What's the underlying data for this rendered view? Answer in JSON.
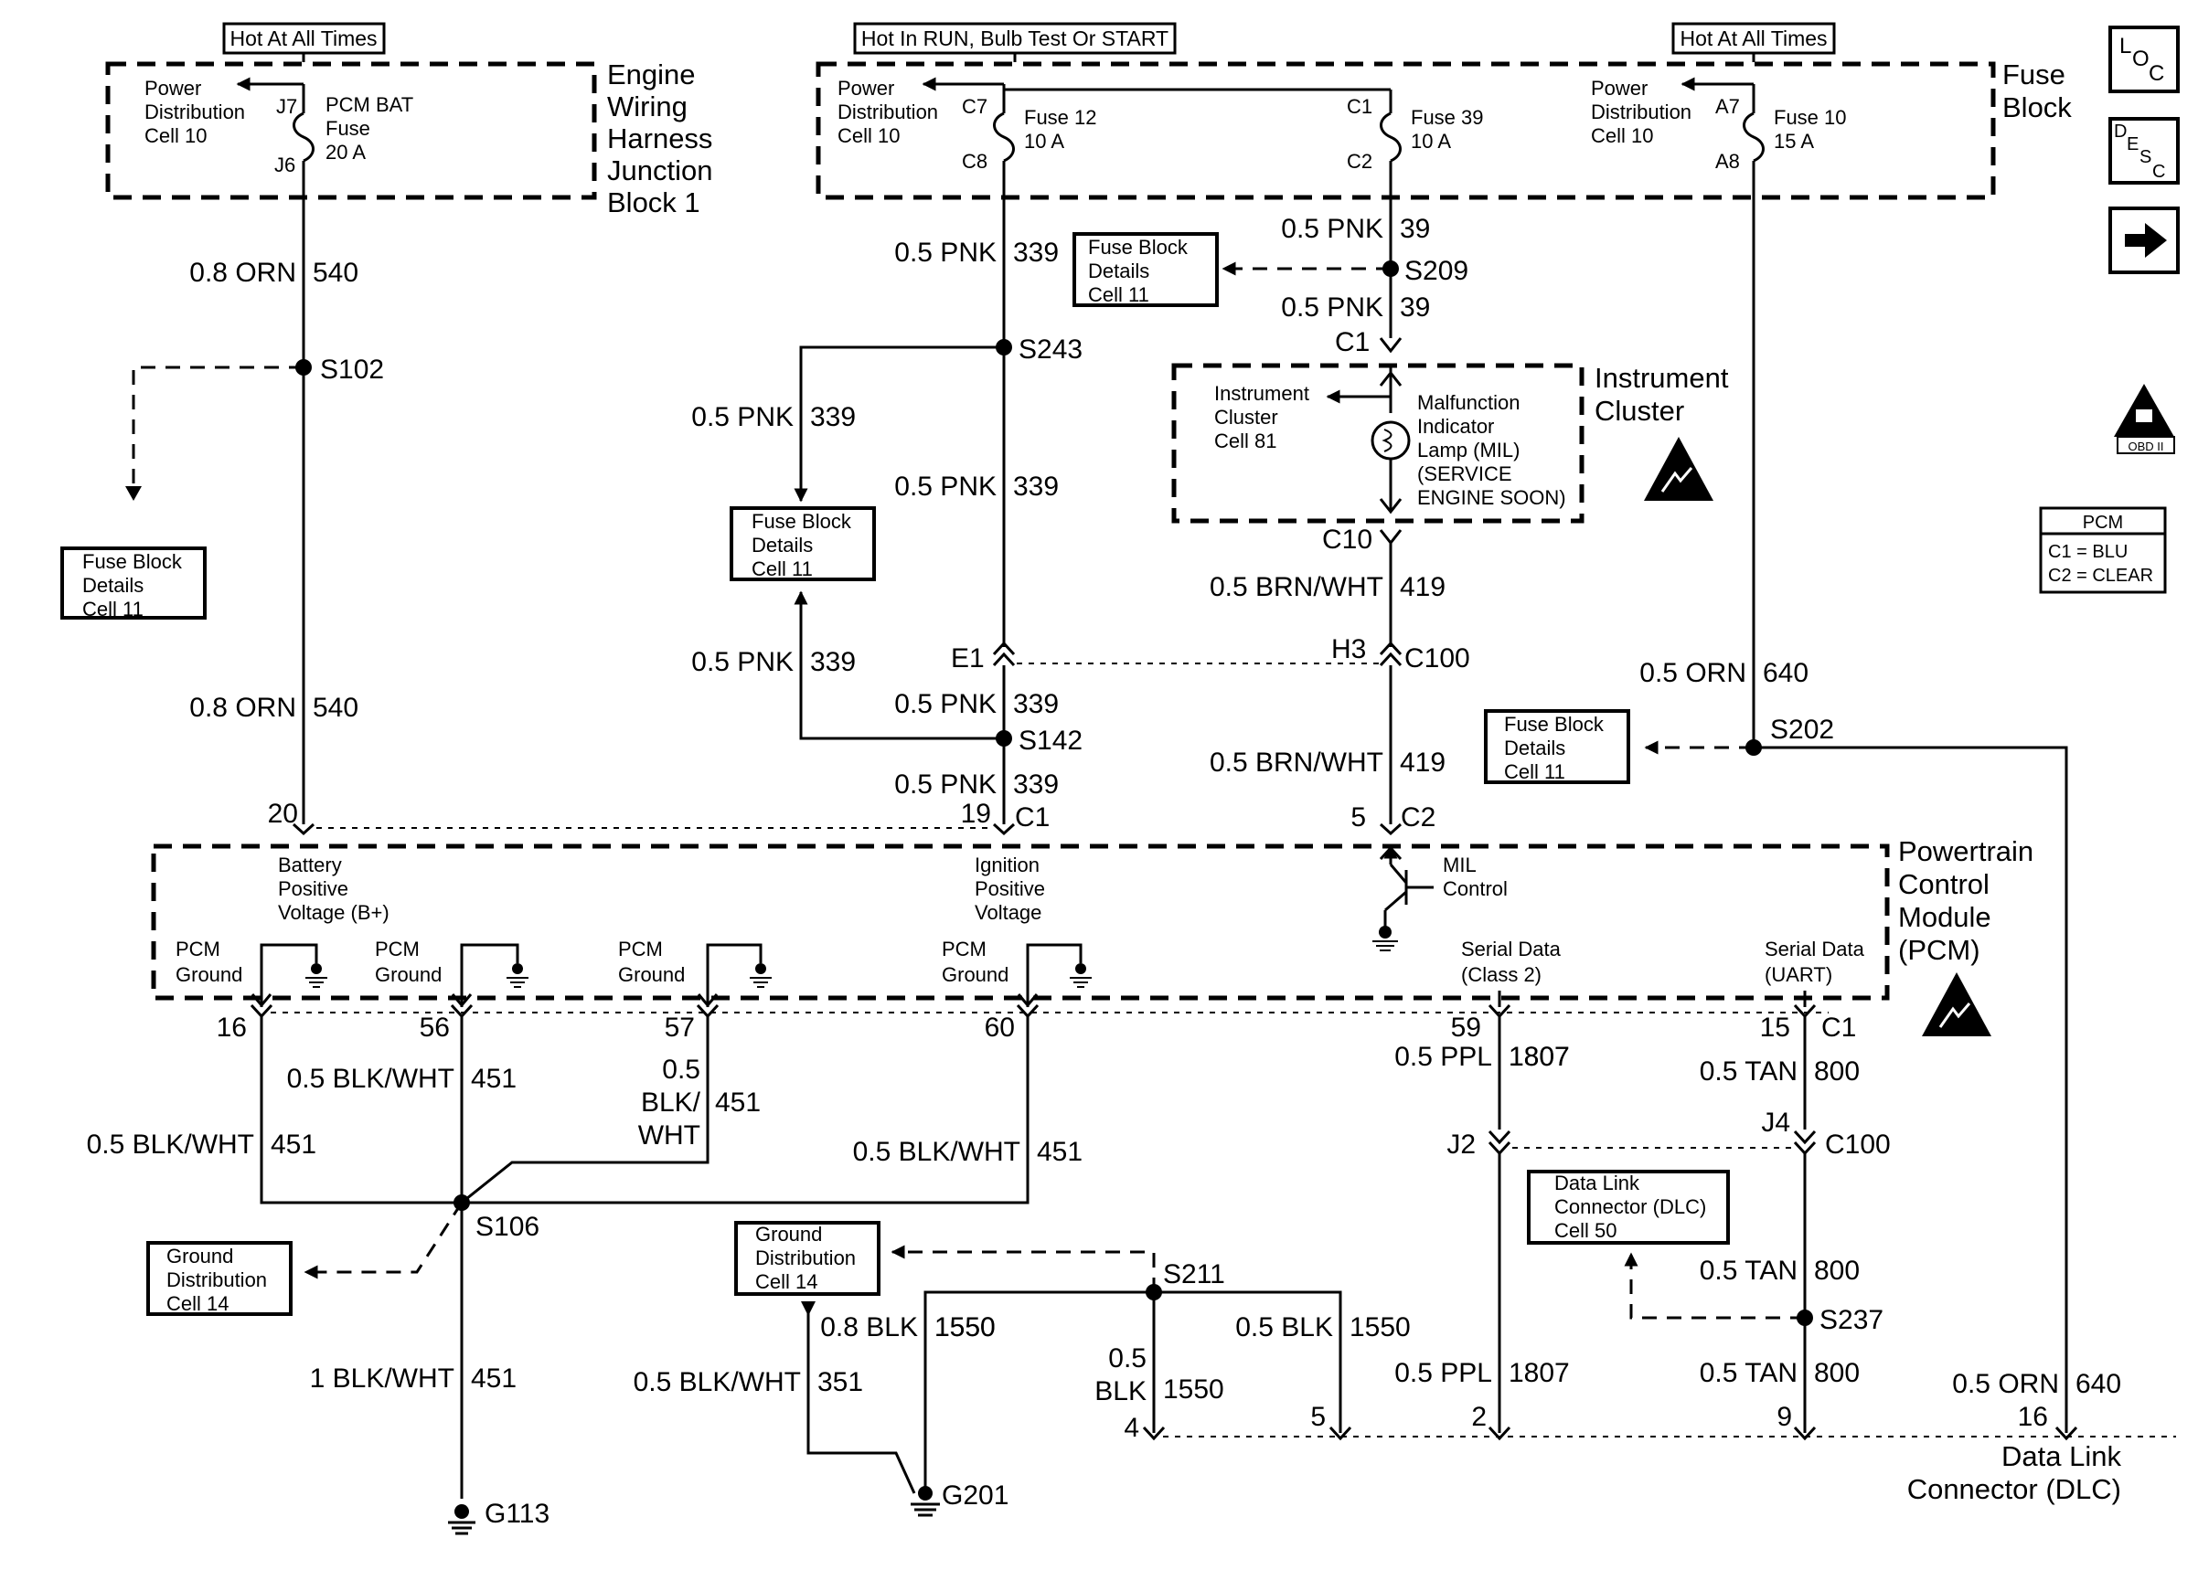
{
  "headers": {
    "hot_left": "Hot At All Times",
    "hot_mid": "Hot In RUN, Bulb Test Or START",
    "hot_right": "Hot At All Times"
  },
  "left_block": {
    "pd": [
      "Power",
      "Distribution",
      "Cell 10"
    ],
    "j7": "J7",
    "j6": "J6",
    "fuse": [
      "PCM BAT",
      "Fuse",
      "20 A"
    ],
    "title": [
      "Engine",
      "Wiring",
      "Harness",
      "Junction",
      "Block 1"
    ]
  },
  "fuse_block": {
    "pd1": [
      "Power",
      "Distribution",
      "Cell 10"
    ],
    "pd2": [
      "Power",
      "Distribution",
      "Cell 10"
    ],
    "c7": "C7",
    "c8": "C8",
    "fuse12": [
      "Fuse 12",
      "10 A"
    ],
    "c1": "C1",
    "c2": "C2",
    "fuse39": [
      "Fuse 39",
      "10 A"
    ],
    "a7": "A7",
    "a8": "A8",
    "fuse10": [
      "Fuse 10",
      "15 A"
    ],
    "title": [
      "Fuse",
      "Block"
    ]
  },
  "icons": {
    "loc": "LOC",
    "desc": "DESC"
  },
  "obd": "OBD II",
  "pcm_legend": {
    "title": "PCM",
    "c1": "C1 = BLU",
    "c2": "C2 = CLEAR"
  },
  "wires": {
    "w540_top": "0.8 ORN | 540",
    "w540_bot": "0.8 ORN | 540",
    "w339_a": "0.5 PNK | 339",
    "w339_b": "0.5 PNK | 339",
    "w339_c": "0.5 PNK | 339",
    "w339_d": "0.5 PNK | 339",
    "w339_e": "0.5 PNK | 339",
    "w339_f": "0.5 PNK | 339",
    "w39_a": "0.5 PNK | 39",
    "w39_b": "0.5 PNK | 39",
    "w419_a": "0.5 BRN/WHT | 419",
    "w419_b": "0.5 BRN/WHT | 419",
    "w640_a": "0.5 ORN | 640",
    "w640_b": "0.5 ORN | 640",
    "w451_a": "0.5 BLK/WHT | 451",
    "w451_b": "0.5 BLK/WHT | 451",
    "w451_c": [
      "0.5",
      "BLK/",
      "WHT"
    ],
    "w451_c_num": "451",
    "w451_d": "0.5 BLK/WHT | 451",
    "w451_e": "1 BLK/WHT | 451",
    "w351": "0.5 BLK/WHT | 351",
    "w1550_a": "0.8 BLK | 1550",
    "w1550_b": [
      "0.5",
      "BLK"
    ],
    "w1550_b_num": "1550",
    "w1550_c": "0.5 BLK | 1550",
    "w1807_a": "0.5 PPL | 1807",
    "w1807_b": "0.5 PPL | 1807",
    "w800_a": "0.5 TAN | 800",
    "w800_b": "0.5 TAN | 800",
    "w800_c": "0.5 TAN | 800"
  },
  "splices": {
    "s102": "S102",
    "s243": "S243",
    "s142": "S142",
    "s209": "S209",
    "s202": "S202",
    "s106": "S106",
    "s211": "S211",
    "s237": "S237"
  },
  "grounds": {
    "g113": "G113",
    "g201": "G201"
  },
  "refs": {
    "fbd_left": [
      "Fuse Block",
      "Details",
      "Cell 11"
    ],
    "fbd_mid": [
      "Fuse Block",
      "Details",
      "Cell 11"
    ],
    "fbd_top": [
      "Fuse Block",
      "Details",
      "Cell 11"
    ],
    "fbd_right": [
      "Fuse Block",
      "Details",
      "Cell 11"
    ],
    "gd_left": [
      "Ground",
      "Distribution",
      "Cell 14"
    ],
    "gd_mid": [
      "Ground",
      "Distribution",
      "Cell 14"
    ],
    "dlc_ref": [
      "Data Link",
      "Connector (DLC)",
      "Cell 50"
    ]
  },
  "cluster": {
    "c1": "C1",
    "c10": "C10",
    "ref": [
      "Instrument",
      "Cluster",
      "Cell 81"
    ],
    "mil": [
      "Malfunction",
      "Indicator",
      "Lamp (MIL)",
      "(SERVICE",
      "ENGINE SOON)"
    ],
    "title": [
      "Instrument",
      "Cluster"
    ]
  },
  "c100_top": {
    "e1": "E1",
    "h3": "H3",
    "c100": "C100"
  },
  "pcm": {
    "p20": "20",
    "p19": "19",
    "c1": "C1",
    "p5": "5",
    "c2": "C2",
    "batt": [
      "Battery",
      "Positive",
      "Voltage (B+)"
    ],
    "ign": [
      "Ignition",
      "Positive",
      "Voltage"
    ],
    "mil": [
      "MIL",
      "Control"
    ],
    "ground": [
      "PCM",
      "Ground"
    ],
    "serial_a": [
      "Serial Data",
      "(Class 2)"
    ],
    "serial_b": [
      "Serial Data",
      "(UART)"
    ],
    "title": [
      "Powertrain",
      "Control",
      "Module",
      "(PCM)"
    ],
    "p16": "16",
    "p56": "56",
    "p57": "57",
    "p60": "60",
    "p59": "59",
    "p15": "15",
    "c1b": "C1"
  },
  "c100_bot": {
    "j2": "J2",
    "j4": "J4",
    "c100": "C100"
  },
  "dlc": {
    "p4": "4",
    "p5": "5",
    "p2": "2",
    "p9": "9",
    "p16": "16",
    "title": [
      "Data Link",
      "Connector (DLC)"
    ]
  }
}
